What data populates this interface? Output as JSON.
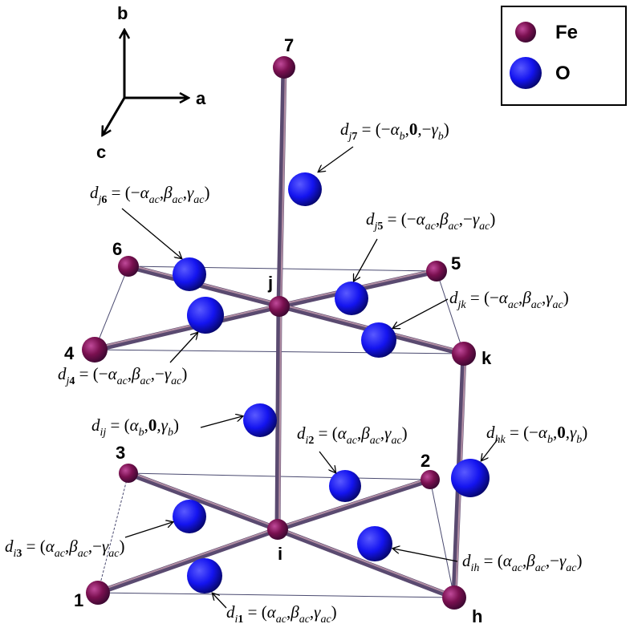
{
  "axes": {
    "b": "b",
    "a": "a",
    "c": "c"
  },
  "legend": {
    "items": [
      {
        "label": "Fe",
        "color": "#8b1a5a"
      },
      {
        "label": "O",
        "color": "#1a1aff"
      }
    ]
  },
  "sites": {
    "s7": "7",
    "s6": "6",
    "s5": "5",
    "s4": "4",
    "sj": "j",
    "sk": "k",
    "s3": "3",
    "s2": "2",
    "si": "i",
    "s1": "1",
    "sh": "h"
  },
  "equations": {
    "dj7": {
      "sub": "j7",
      "rhs": [
        "(−",
        "α",
        "b",
        ",",
        "0",
        ",−",
        "γ",
        "b",
        ")"
      ]
    },
    "dj6": {
      "sub": "j6",
      "rhs": [
        "(−",
        "α",
        "ac",
        ",",
        "β",
        "ac",
        ",",
        "γ",
        "ac",
        ")"
      ]
    },
    "dj5": {
      "sub": "j5",
      "rhs": [
        "(−",
        "α",
        "ac",
        ",",
        "β",
        "ac",
        ",−",
        "γ",
        "ac",
        ")"
      ]
    },
    "djk": {
      "sub": "jk",
      "rhs": [
        "(−",
        "α",
        "ac",
        ",",
        "β",
        "ac",
        ",",
        "γ",
        "ac",
        ")"
      ]
    },
    "dj4": {
      "sub": "j4",
      "rhs": [
        "(−",
        "α",
        "ac",
        ",",
        "β",
        "ac",
        ",−",
        "γ",
        "ac",
        ")"
      ]
    },
    "dij": {
      "sub": "ij",
      "rhs": [
        "(",
        "α",
        "b",
        ",",
        "0",
        ",",
        "γ",
        "b",
        ")"
      ]
    },
    "di2": {
      "sub": "i2",
      "rhs": [
        "(",
        "α",
        "ac",
        ",",
        "β",
        "ac",
        ",",
        "γ",
        "ac",
        ")"
      ]
    },
    "dhk": {
      "sub": "hk",
      "rhs": [
        "(−",
        "α",
        "b",
        ",",
        "0",
        ",",
        "γ",
        "b",
        ")"
      ]
    },
    "di3": {
      "sub": "i3",
      "rhs": [
        "(",
        "α",
        "ac",
        ",",
        "β",
        "ac",
        ",−",
        "γ",
        "ac",
        ")"
      ]
    },
    "dih": {
      "sub": "ih",
      "rhs": [
        "(",
        "α",
        "ac",
        ",",
        "β",
        "ac",
        ",−",
        "γ",
        "ac",
        ")"
      ]
    },
    "di1": {
      "sub": "i1",
      "rhs": [
        "(",
        "α",
        "ac",
        ",",
        "β",
        "ac",
        ",",
        "γ",
        "ac",
        ")"
      ]
    }
  }
}
